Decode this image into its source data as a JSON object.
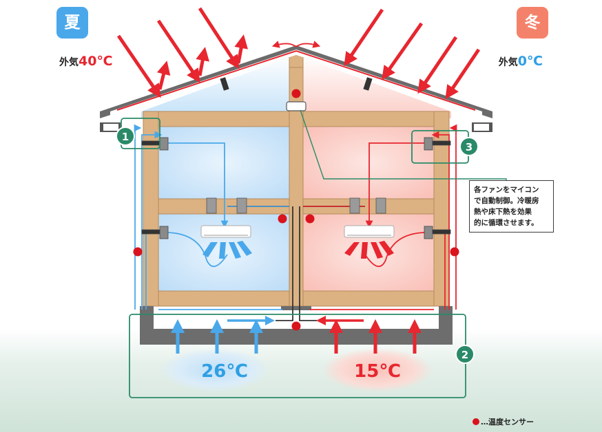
{
  "seasons": {
    "summer": {
      "label": "夏",
      "outside_prefix": "外気",
      "outside_temp": "40℃",
      "underfloor_temp": "26℃"
    },
    "winter": {
      "label": "冬",
      "outside_prefix": "外気",
      "outside_temp": "0℃",
      "underfloor_temp": "15℃"
    }
  },
  "markers": [
    "1",
    "2",
    "3"
  ],
  "note": {
    "lines": [
      "各ファンをマイコン",
      "で自動制御。冷暖房",
      "熱や床下熱を効果",
      "的に循環させます。"
    ]
  },
  "legend": {
    "label": "…温度センサー"
  },
  "colors": {
    "cool_blue": "#4aa8ea",
    "warm_red": "#e7262f",
    "timber": "#dcb283",
    "marker_green": "#2a8a68",
    "sensor_red": "#d9141d"
  }
}
